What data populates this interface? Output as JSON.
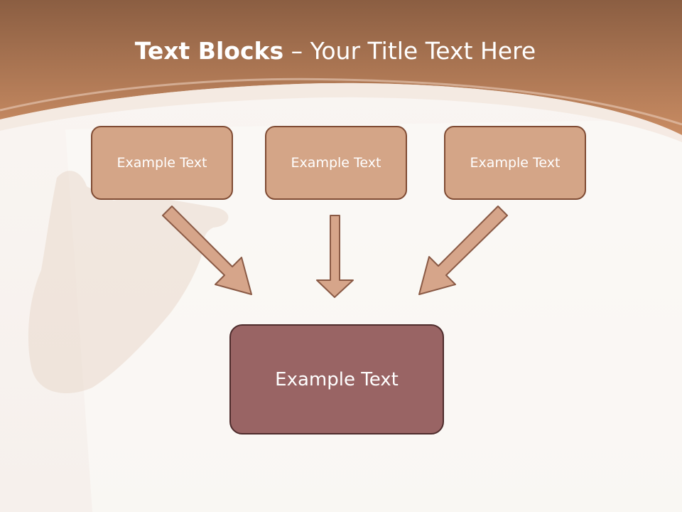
{
  "slide": {
    "title_bold": "Text Blocks",
    "title_sep": " – ",
    "title_rest": "Your Title Text Here"
  },
  "diagram": {
    "top_boxes": [
      {
        "label": "Example Text"
      },
      {
        "label": "Example Text"
      },
      {
        "label": "Example Text"
      }
    ],
    "bottom_box": {
      "label": "Example Text"
    }
  },
  "colors": {
    "header_dark": "#8c5f42",
    "header_light": "#c98e66",
    "small_box_fill": "#d4a587",
    "small_box_border": "#7f4b33",
    "big_box_fill": "#996464",
    "big_box_border": "#4e2c2c",
    "arrow_fill": "#d6a58a",
    "arrow_stroke": "#8a5a45"
  }
}
